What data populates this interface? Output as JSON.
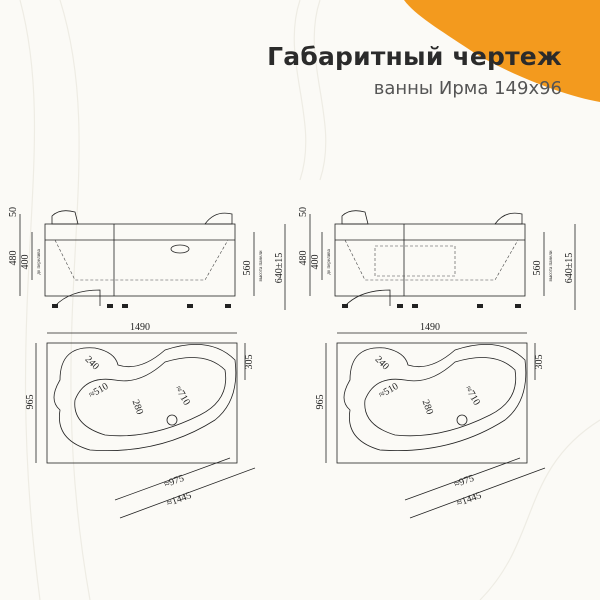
{
  "header": {
    "title": "Габаритный чертеж",
    "subtitle": "ванны Ирма 149x96"
  },
  "colors": {
    "accent": "#f39a1e",
    "background": "#fbfaf6",
    "line": "#222222"
  },
  "drawings": {
    "side_view": {
      "rim": "50",
      "height": "480",
      "overflow_height": "400",
      "overflow_label": "до перелива",
      "panel_height": "560",
      "panel_label": "высота панели",
      "total_height": "640±15"
    },
    "top_view": {
      "length": "1490",
      "width": "965",
      "corner": "305",
      "headrest": "240",
      "inner_width": "≈510",
      "waist": "280",
      "inner_width_2": "≈710",
      "inner_length": "≈975",
      "outer_length": "≈1445"
    }
  }
}
